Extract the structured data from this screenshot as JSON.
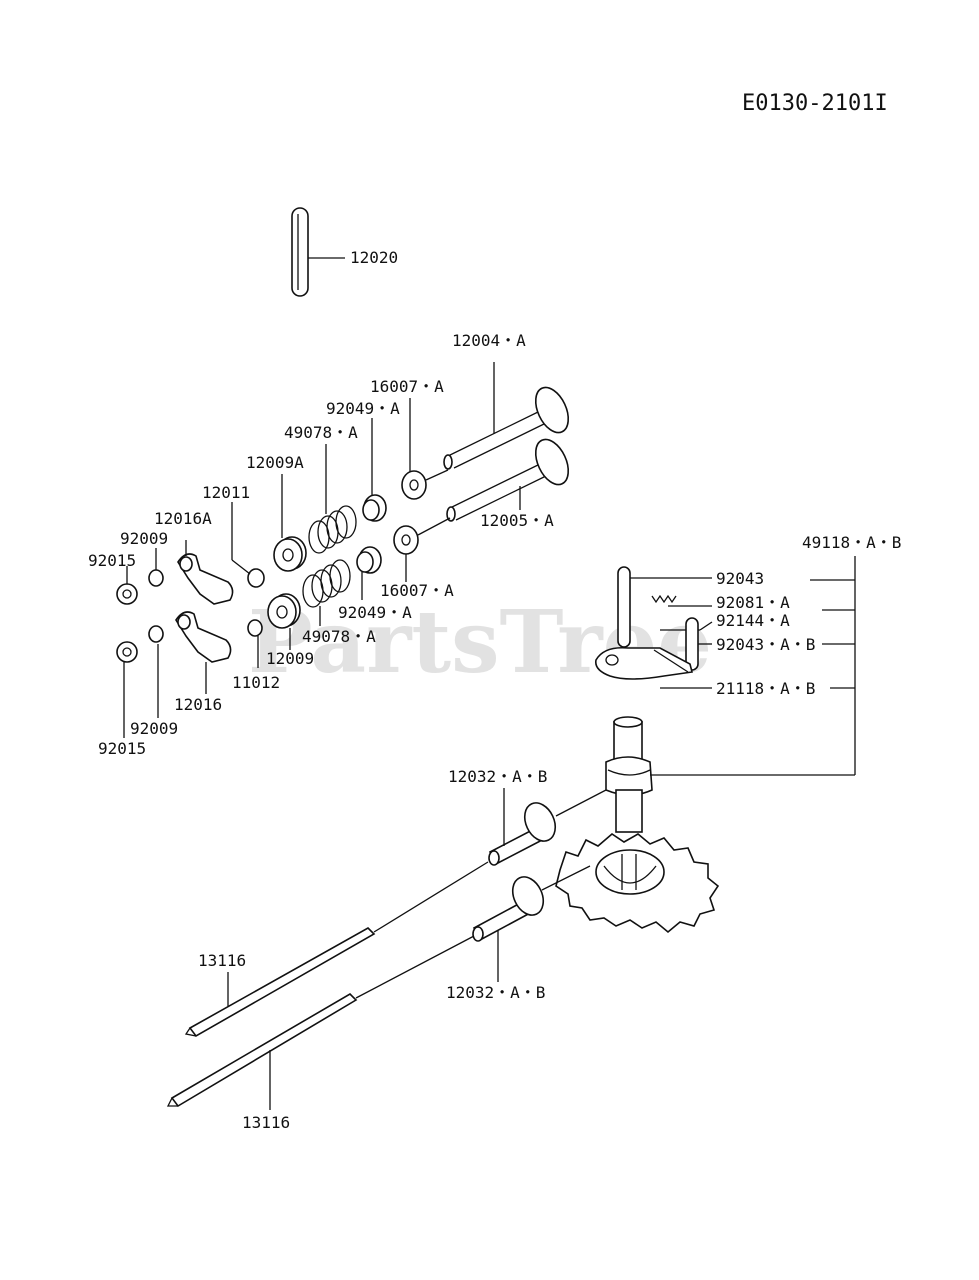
{
  "diagram_code": "E0130-2101I",
  "watermark": "PartsTree",
  "labels": {
    "p12020": "12020",
    "p12004A": "12004・A",
    "p16007A_top": "16007・A",
    "p92049A_top": "92049・A",
    "p49078A_top": "49078・A",
    "p12009A": "12009A",
    "p12011": "12011",
    "p12016A": "12016A",
    "p92009_top": "92009",
    "p92015_top": "92015",
    "p12005A": "12005・A",
    "p16007A_bot": "16007・A",
    "p92049A_bot": "92049・A",
    "p49078A_bot": "49078・A",
    "p12009": "12009",
    "p11012": "11012",
    "p12016": "12016",
    "p92009_bot": "92009",
    "p92015_bot": "92015",
    "p49118AB": "49118・A・B",
    "p92043": "92043",
    "p92081A": "92081・A",
    "p92144A": "92144・A",
    "p92043AB": "92043・A・B",
    "p21118AB": "21118・A・B",
    "p12032AB_top": "12032・A・B",
    "p12032AB_bot": "12032・A・B",
    "p13116_top": "13116",
    "p13116_bot": "13116"
  }
}
